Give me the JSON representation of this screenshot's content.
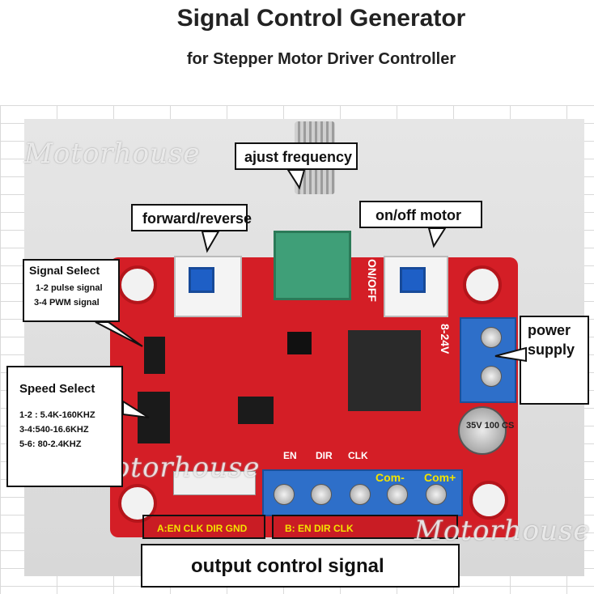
{
  "header": {
    "title": "Signal Control Generator",
    "subtitle": "for Stepper Motor Driver Controller"
  },
  "watermarks": [
    "Motorhouse",
    "Motorhouse",
    "Motorhouse"
  ],
  "callouts": {
    "frequency": "ajust frequency",
    "direction": "forward/reverse",
    "onoff": "on/off motor",
    "signal_select_title": "Signal Select",
    "signal_select_1": "1-2  pulse signal",
    "signal_select_2": "3-4 PWM signal",
    "power_line1": "power",
    "power_line2": "supply",
    "speed_select_title": "Speed Select",
    "speed_1": "1-2 : 5.4K-160KHZ",
    "speed_2": "3-4:540-16.6KHZ",
    "speed_3": "5-6: 80-2.4KHZ",
    "output": "output control signal"
  },
  "board_labels": {
    "connector_a": "A:EN CLK DIR GND",
    "connector_b": "B:   EN    DIR  CLK",
    "com_minus": "Com-",
    "com_plus": "Com+",
    "onoff_silk": "ON/OFF",
    "voltage": "8-24V",
    "pin_en": "EN",
    "pin_dir": "DIR",
    "pin_clk": "CLK",
    "cap": "35V 100 CS"
  },
  "colors": {
    "board": "#d41e26",
    "terminal": "#2e6fc9",
    "label_yellow": "#f3e300"
  }
}
